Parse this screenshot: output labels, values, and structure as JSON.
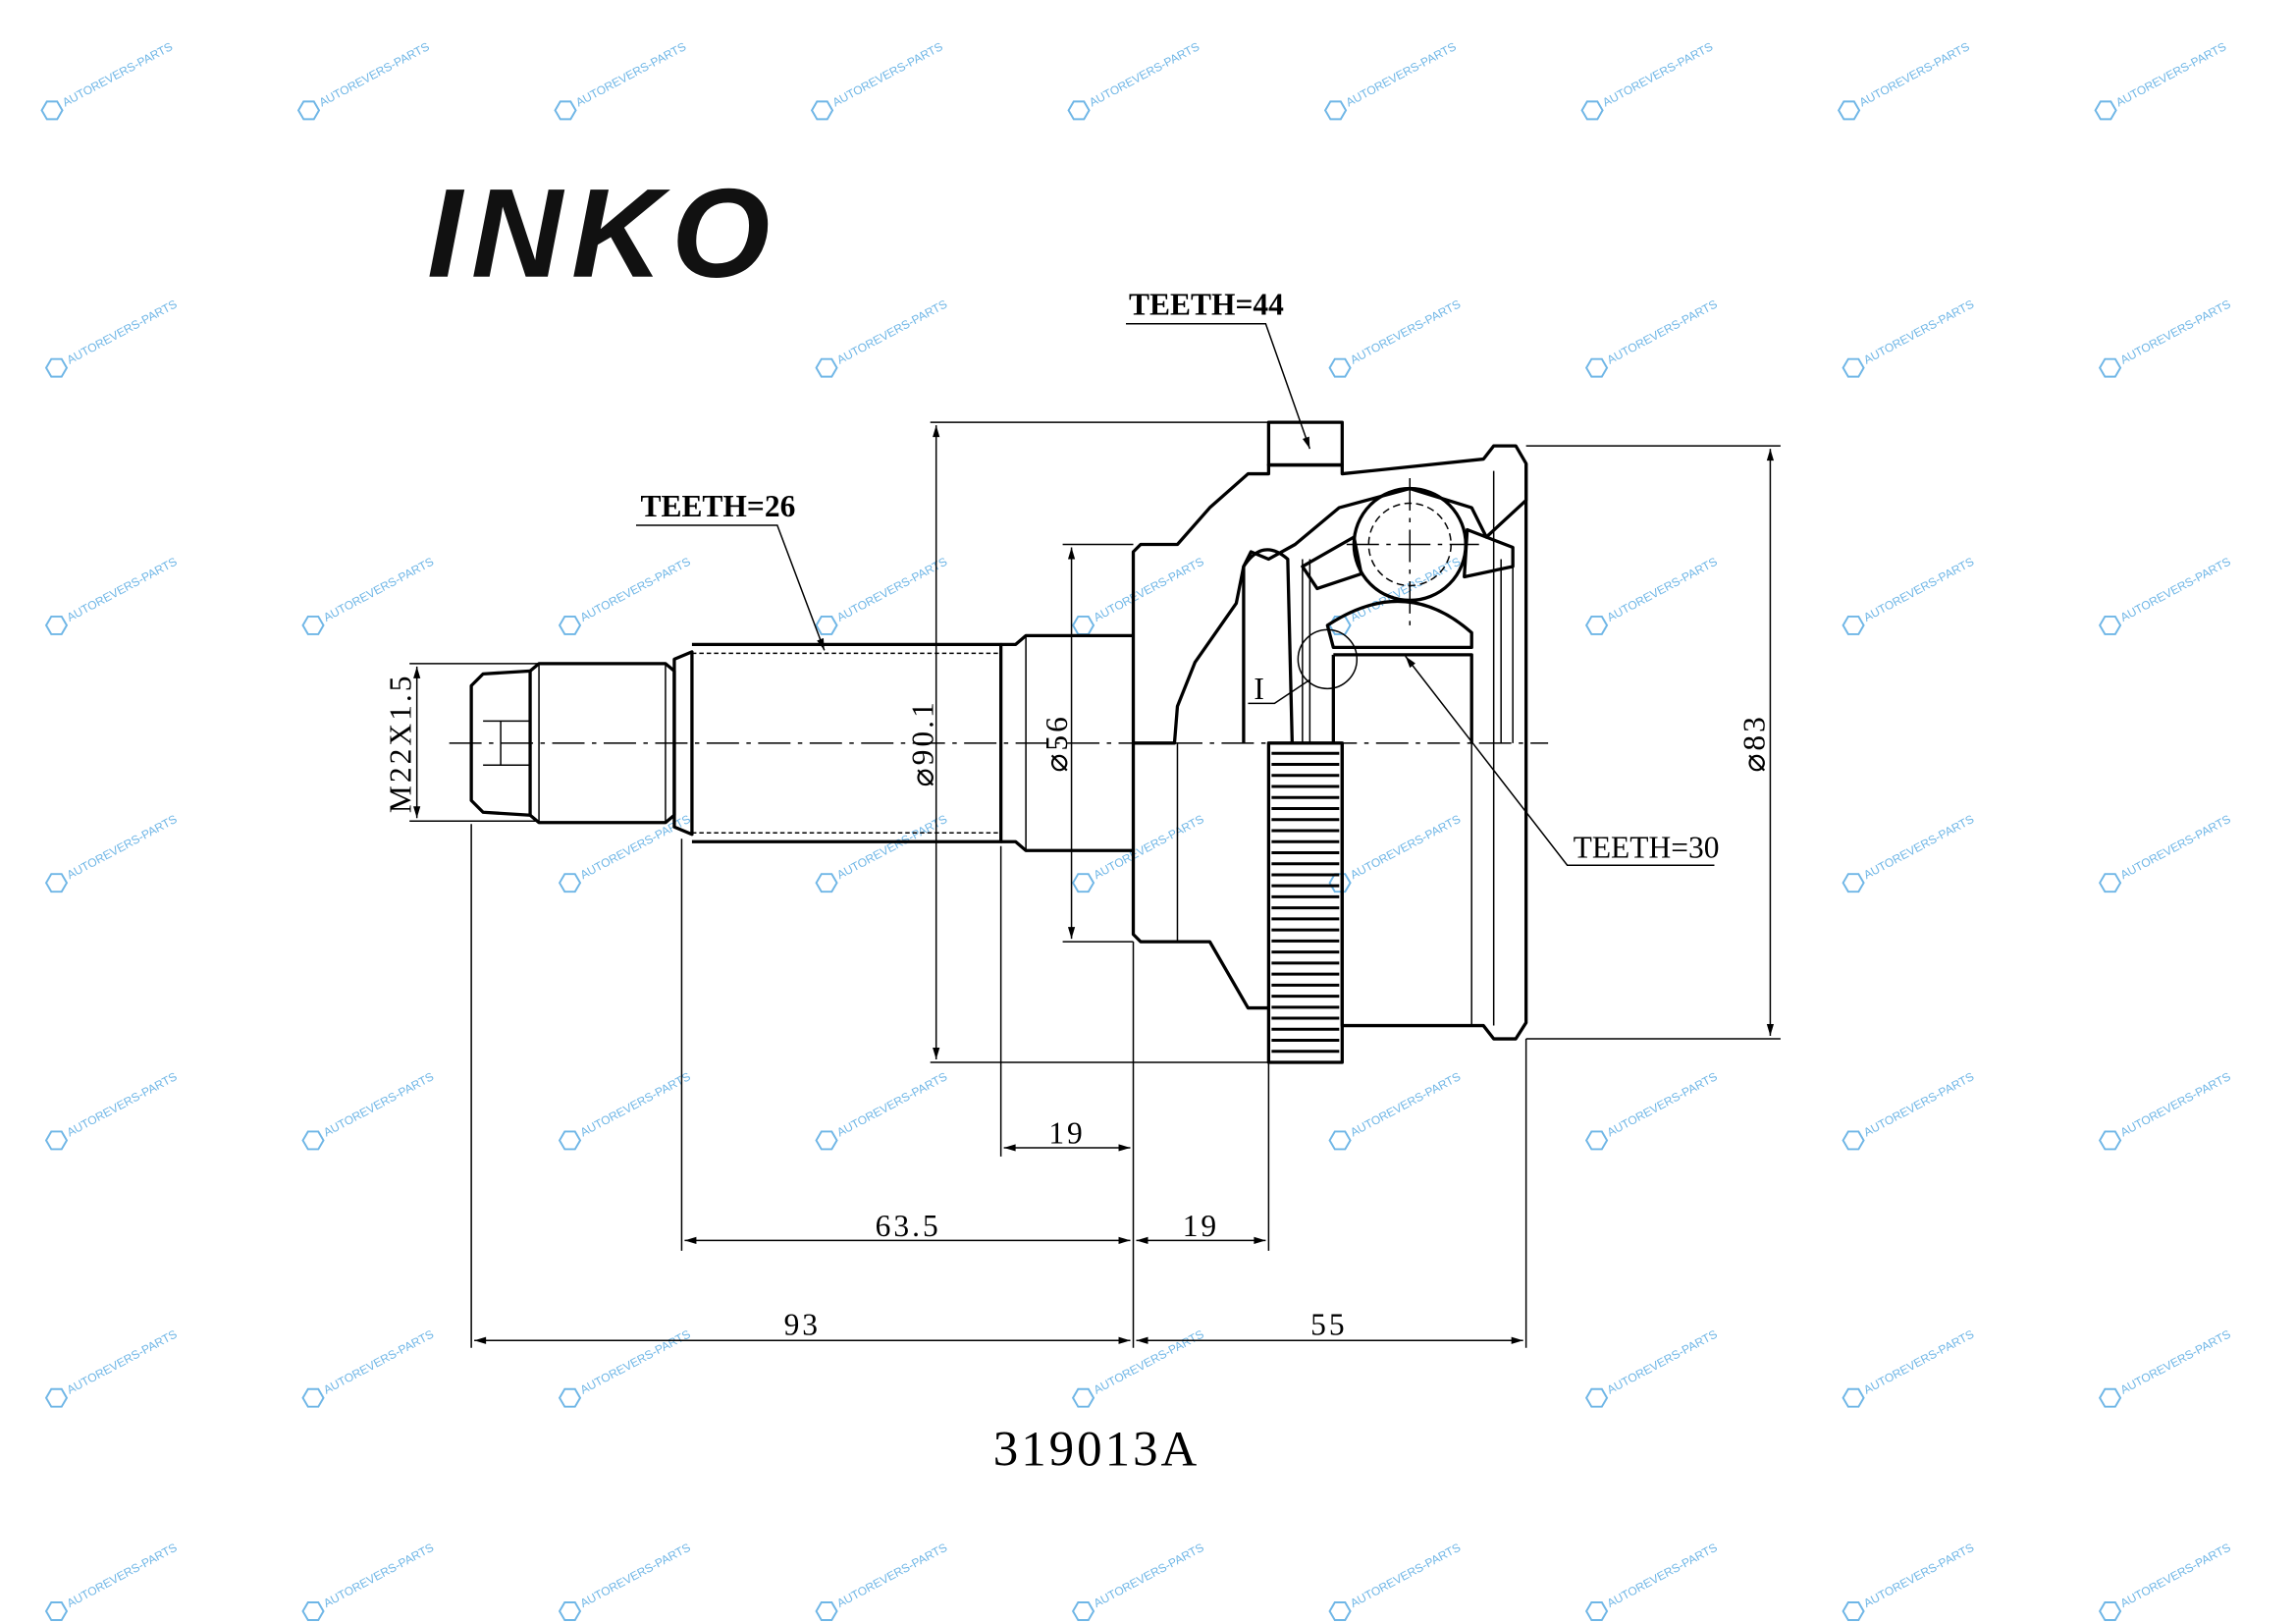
{
  "brand": {
    "logo_text": "INKO"
  },
  "watermark": {
    "text": "AUTOREVERS-PARTS",
    "icon": "ar-hexagon-icon",
    "color": "#6fb6e6"
  },
  "drawing": {
    "part_number": "319013A",
    "labels": {
      "teeth_outer": "TEETH=44",
      "teeth_shaft": "TEETH=26",
      "teeth_inner": "TEETH=30",
      "detail_mark": "I"
    },
    "dimensions": {
      "thread": "M22X1.5",
      "dia_abs": "⌀90.1",
      "dia_flange": "⌀56",
      "dia_housing": "⌀83",
      "len_shaft_step": "19",
      "len_spline": "63.5",
      "len_abs": "19",
      "len_total_shaft": "93",
      "len_housing": "55"
    }
  }
}
